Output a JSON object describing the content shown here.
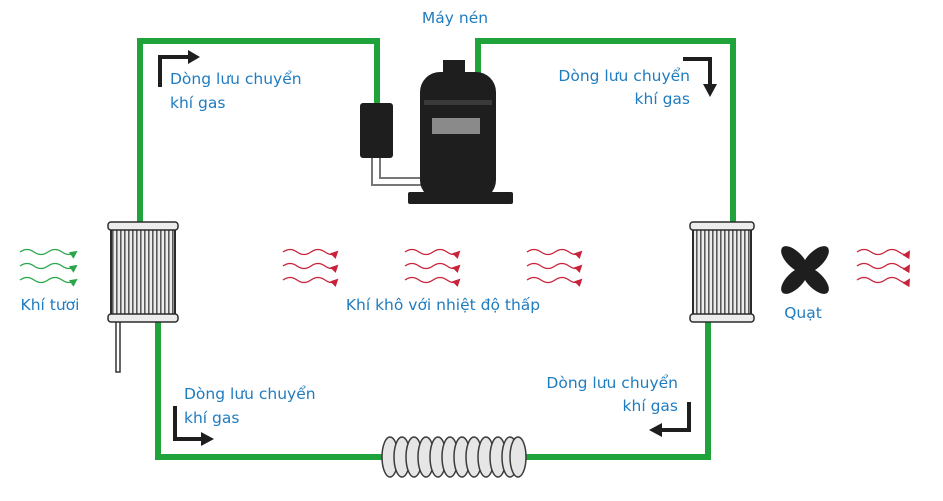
{
  "labels": {
    "compressor": "Máy nén",
    "gas_flow_line1": "Dòng lưu chuyển",
    "gas_flow_line2": "khí gas",
    "fresh_air": "Khí tươi",
    "dry_air": "Khí khô với nhiệt độ thấp",
    "fan": "Quạt"
  },
  "colors": {
    "pipe": "#21a33b",
    "label": "#1f7cc0",
    "fresh_air_wave": "#2aa64a",
    "hot_air_wave": "#c8233a",
    "component": "#1e1e1e"
  },
  "icons": [
    "compressor-icon",
    "evaporator-coil-icon",
    "condenser-coil-icon",
    "fan-icon",
    "expansion-coil-icon",
    "flow-arrow-icon",
    "air-wave-icon"
  ]
}
